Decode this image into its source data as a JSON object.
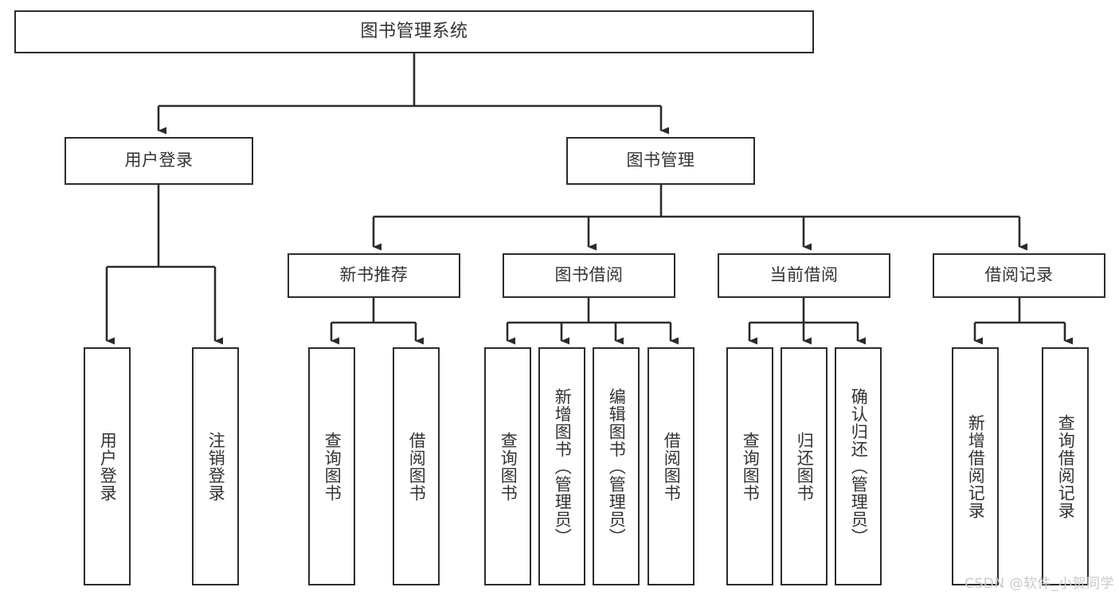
{
  "diagram": {
    "type": "tree",
    "title": "图书管理系统",
    "orientation": "top-down",
    "colors": {
      "background": "#ffffff",
      "box_border": "#2b2b2b",
      "box_fill": "#ffffff",
      "text": "#333333",
      "connector": "#2b2b2b",
      "watermark": "#c9c9c9"
    }
  },
  "root": {
    "label": "图书管理系统"
  },
  "level2": [
    {
      "label": "用户登录"
    },
    {
      "label": "图书管理"
    }
  ],
  "level3": [
    {
      "label": "新书推荐"
    },
    {
      "label": "图书借阅"
    },
    {
      "label": "当前借阅"
    },
    {
      "label": "借阅记录"
    }
  ],
  "leaves": {
    "user_login": [
      {
        "label": "用户登录"
      },
      {
        "label": "注销登录"
      }
    ],
    "new_book_recommend": [
      {
        "label": "查询图书"
      },
      {
        "label": "借阅图书"
      }
    ],
    "book_borrow": [
      {
        "label": "查询图书"
      },
      {
        "label": "新增图书（管理员）"
      },
      {
        "label": "编辑图书（管理员）"
      },
      {
        "label": "借阅图书"
      }
    ],
    "current_borrow": [
      {
        "label": "查询图书"
      },
      {
        "label": "归还图书"
      },
      {
        "label": "确认归还（管理员）"
      }
    ],
    "borrow_record": [
      {
        "label": "新增借阅记录"
      },
      {
        "label": "查询借阅记录"
      }
    ]
  },
  "watermark": {
    "text": "CSDN @软件_小贺同学"
  }
}
